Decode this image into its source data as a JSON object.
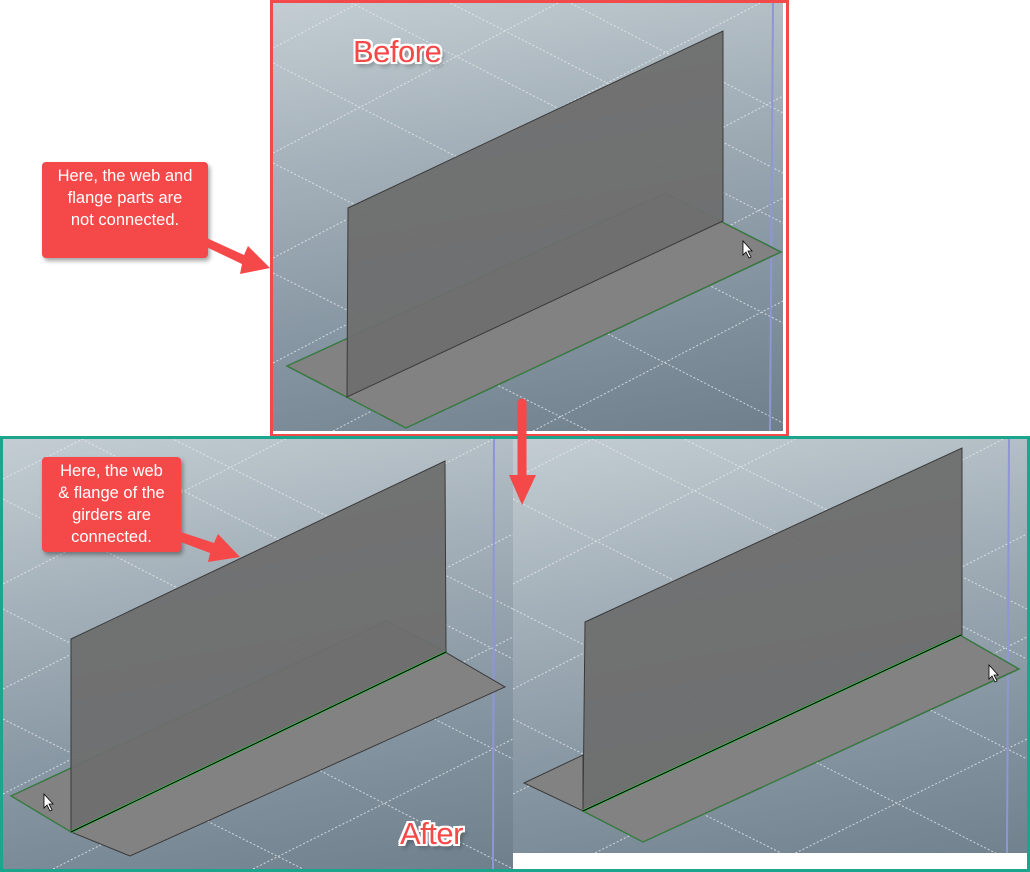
{
  "labels": {
    "before": "Before",
    "after": "After"
  },
  "callouts": {
    "not_connected": {
      "lines": [
        "Here, the web and",
        "flange parts are",
        "not connected."
      ]
    },
    "connected": {
      "lines": [
        "Here, the web",
        "& flange of the",
        "girders are",
        "connected."
      ]
    }
  },
  "colors": {
    "before_frame": "#f24a4a",
    "after_frame": "#1aa58c",
    "callout_bg": "#f54848",
    "web_plate": "#6e6e6e",
    "flange_plate": "#828282",
    "selection_edge": "#3bb54a",
    "axis_line": "#8f96d6"
  },
  "panels": [
    {
      "id": "before",
      "description": "Web and flange plates, separate parts"
    },
    {
      "id": "after-left",
      "description": "Web and flange connected, left flange highlighted"
    },
    {
      "id": "after-right",
      "description": "Web and flange connected, right flange highlighted"
    }
  ]
}
